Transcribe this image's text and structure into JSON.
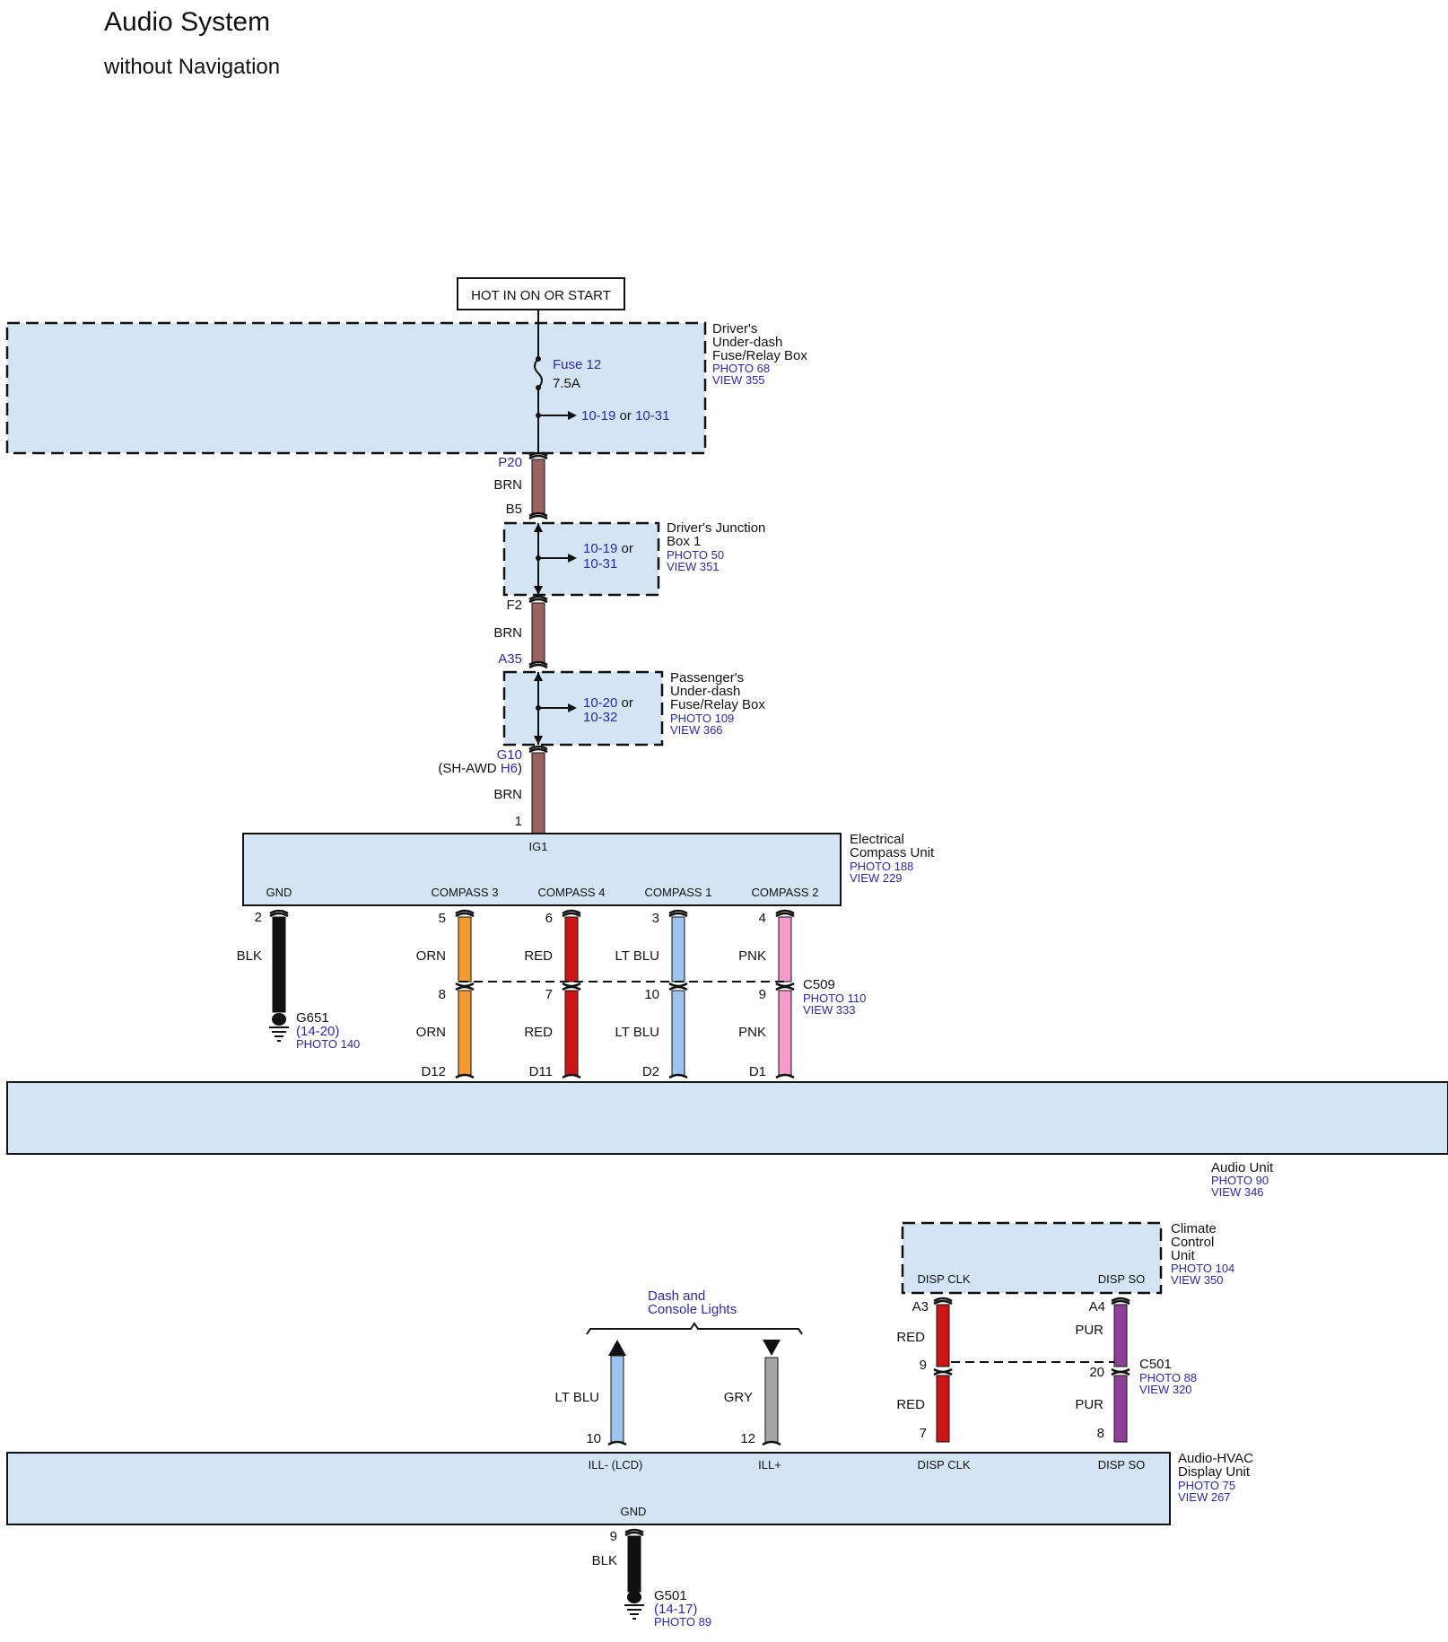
{
  "header": {
    "title": "Audio System",
    "subtitle": "without Navigation"
  },
  "power_source": {
    "label": "HOT IN ON OR START"
  },
  "drivers_fuse_box": {
    "name_lines": [
      "Driver's",
      "Under-dash",
      "Fuse/Relay Box"
    ],
    "photo": "PHOTO 68",
    "view": "VIEW 355",
    "fuse": "Fuse 12",
    "rating": "7.5A",
    "ref_a": "10-19",
    "ref_or": "or",
    "ref_b": "10-31",
    "out_connector": "P20"
  },
  "wire_1": {
    "color_name": "BRN",
    "color_hex": "#9b6360"
  },
  "drivers_junction_box": {
    "name_lines": [
      "Driver's Junction",
      "Box 1"
    ],
    "photo": "PHOTO 50",
    "view": "VIEW 351",
    "in_connector": "B5",
    "ref_a": "10-19",
    "ref_or": "or",
    "ref_b": "10-31",
    "out_connector": "F2"
  },
  "wire_2": {
    "color_name": "BRN",
    "color_hex": "#9b6360"
  },
  "passengers_fuse_box": {
    "name_lines": [
      "Passenger's",
      "Under-dash",
      "Fuse/Relay Box"
    ],
    "photo": "PHOTO 109",
    "view": "VIEW 366",
    "in_connector": "A35",
    "ref_a": "10-20",
    "ref_or": "or",
    "ref_b": "10-32",
    "out_connector": "G10",
    "out_alt_prefix": "(SH-AWD",
    "out_alt_pin": "H6",
    "out_alt_suffix": ")"
  },
  "wire_3": {
    "color_name": "BRN",
    "color_hex": "#9b6360"
  },
  "compass_unit": {
    "name_lines": [
      "Electrical",
      "Compass Unit"
    ],
    "photo": "PHOTO 188",
    "view": "VIEW 229",
    "ig1_pin": "1",
    "ig1_label": "IG1",
    "gnd_label": "GND",
    "gnd_pin": "2",
    "gnd_wire": "BLK",
    "gnd_hex": "#111111"
  },
  "ground_g651": {
    "name": "G651",
    "ref": "(14-20)",
    "photo": "PHOTO 140"
  },
  "compass_wires": [
    {
      "signal": "COMPASS 3",
      "top_pin": "5",
      "color_name": "ORN",
      "hex": "#f39a32",
      "c509_pin": "8",
      "bottom_color": "ORN",
      "audio_pin": "D12"
    },
    {
      "signal": "COMPASS 4",
      "top_pin": "6",
      "color_name": "RED",
      "hex": "#cc1515",
      "c509_pin": "7",
      "bottom_color": "RED",
      "audio_pin": "D11"
    },
    {
      "signal": "COMPASS 1",
      "top_pin": "3",
      "color_name": "LT BLU",
      "hex": "#9cc4ee",
      "c509_pin": "10",
      "bottom_color": "LT BLU",
      "audio_pin": "D2"
    },
    {
      "signal": "COMPASS 2",
      "top_pin": "4",
      "color_name": "PNK",
      "hex": "#f59bcd",
      "c509_pin": "9",
      "bottom_color": "PNK",
      "audio_pin": "D1"
    }
  ],
  "connector_c509": {
    "name": "C509",
    "photo": "PHOTO 110",
    "view": "VIEW 333"
  },
  "audio_unit": {
    "name": "Audio Unit",
    "photo": "PHOTO 90",
    "view": "VIEW 346"
  },
  "climate_unit": {
    "name_lines": [
      "Climate",
      "Control",
      "Unit"
    ],
    "photo": "PHOTO 104",
    "view": "VIEW 350",
    "clk_label": "DISP CLK",
    "so_label": "DISP SO",
    "clk_pin": "A3",
    "so_pin": "A4"
  },
  "connector_c501": {
    "name": "C501",
    "photo": "PHOTO 88",
    "view": "VIEW 320",
    "clk_pin": "9",
    "so_pin": "20"
  },
  "disp_wires": {
    "clk_color": "RED",
    "clk_hex": "#cc1515",
    "so_color": "PUR",
    "so_hex": "#8e3f98"
  },
  "dash_lights": {
    "title_lines": [
      "Dash and",
      "Console Lights"
    ],
    "lcd_wire": "LT BLU",
    "lcd_hex": "#9cc4ee",
    "lcd_pin": "10",
    "ill_wire": "GRY",
    "ill_hex": "#a5a5a5",
    "ill_pin": "12"
  },
  "hvac_display": {
    "name_lines": [
      "Audio-HVAC",
      "Display Unit"
    ],
    "photo": "PHOTO 75",
    "view": "VIEW 267",
    "ill_lcd_label": "ILL- (LCD)",
    "ill_plus_label": "ILL+",
    "clk_label": "DISP CLK",
    "so_label": "DISP SO",
    "clk_pin": "7",
    "so_pin": "8",
    "gnd_label": "GND",
    "gnd_pin": "9",
    "gnd_wire": "BLK",
    "gnd_hex": "#111111"
  },
  "ground_g501": {
    "name": "G501",
    "ref": "(14-17)",
    "photo": "PHOTO 89"
  }
}
